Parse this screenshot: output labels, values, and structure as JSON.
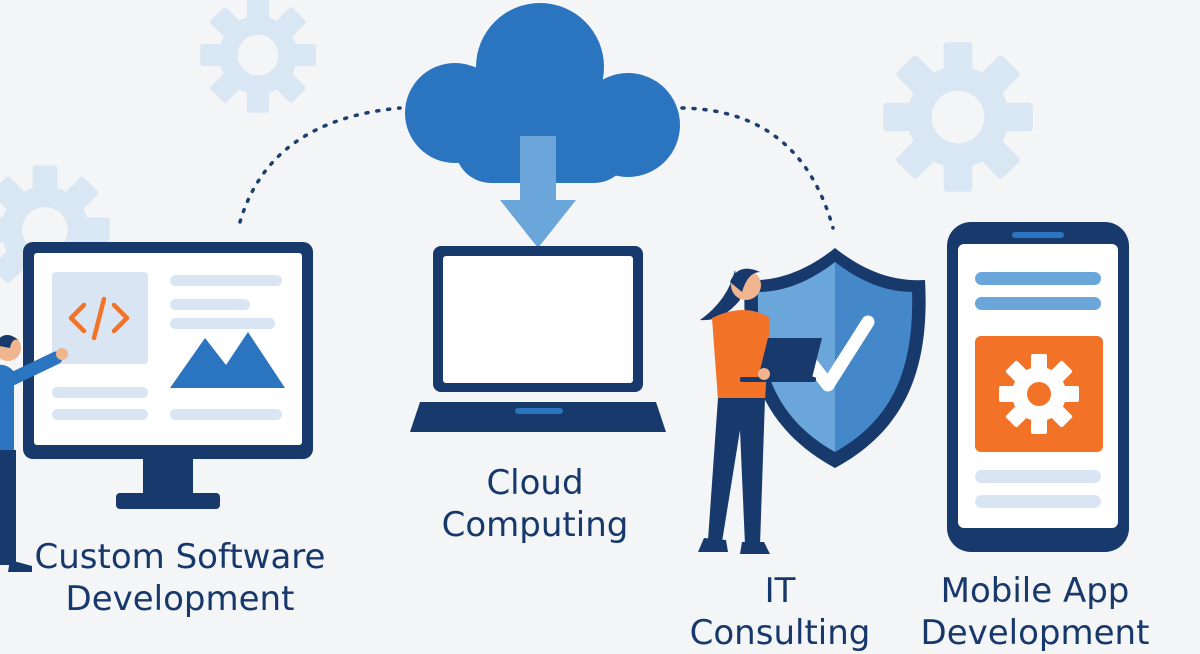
{
  "services": {
    "software": {
      "line1": "Custom Software",
      "line2": "Development"
    },
    "cloud": {
      "line1": "Cloud",
      "line2": "Computing"
    },
    "it": {
      "line1": "IT",
      "line2": "Consulting"
    },
    "mobile": {
      "line1": "Mobile App",
      "line2": "Development"
    }
  },
  "icons": {
    "code": "code-brackets-icon",
    "cloud": "cloud-icon",
    "shield": "shield-check-icon",
    "gear": "gear-icon",
    "image": "mountain-image-icon"
  },
  "colors": {
    "navy": "#17396c",
    "blue": "#2b74bf",
    "light_blue": "#6aa6da",
    "orange": "#f27327",
    "pale": "#d9e5f2",
    "background": "#f4f5f7"
  }
}
